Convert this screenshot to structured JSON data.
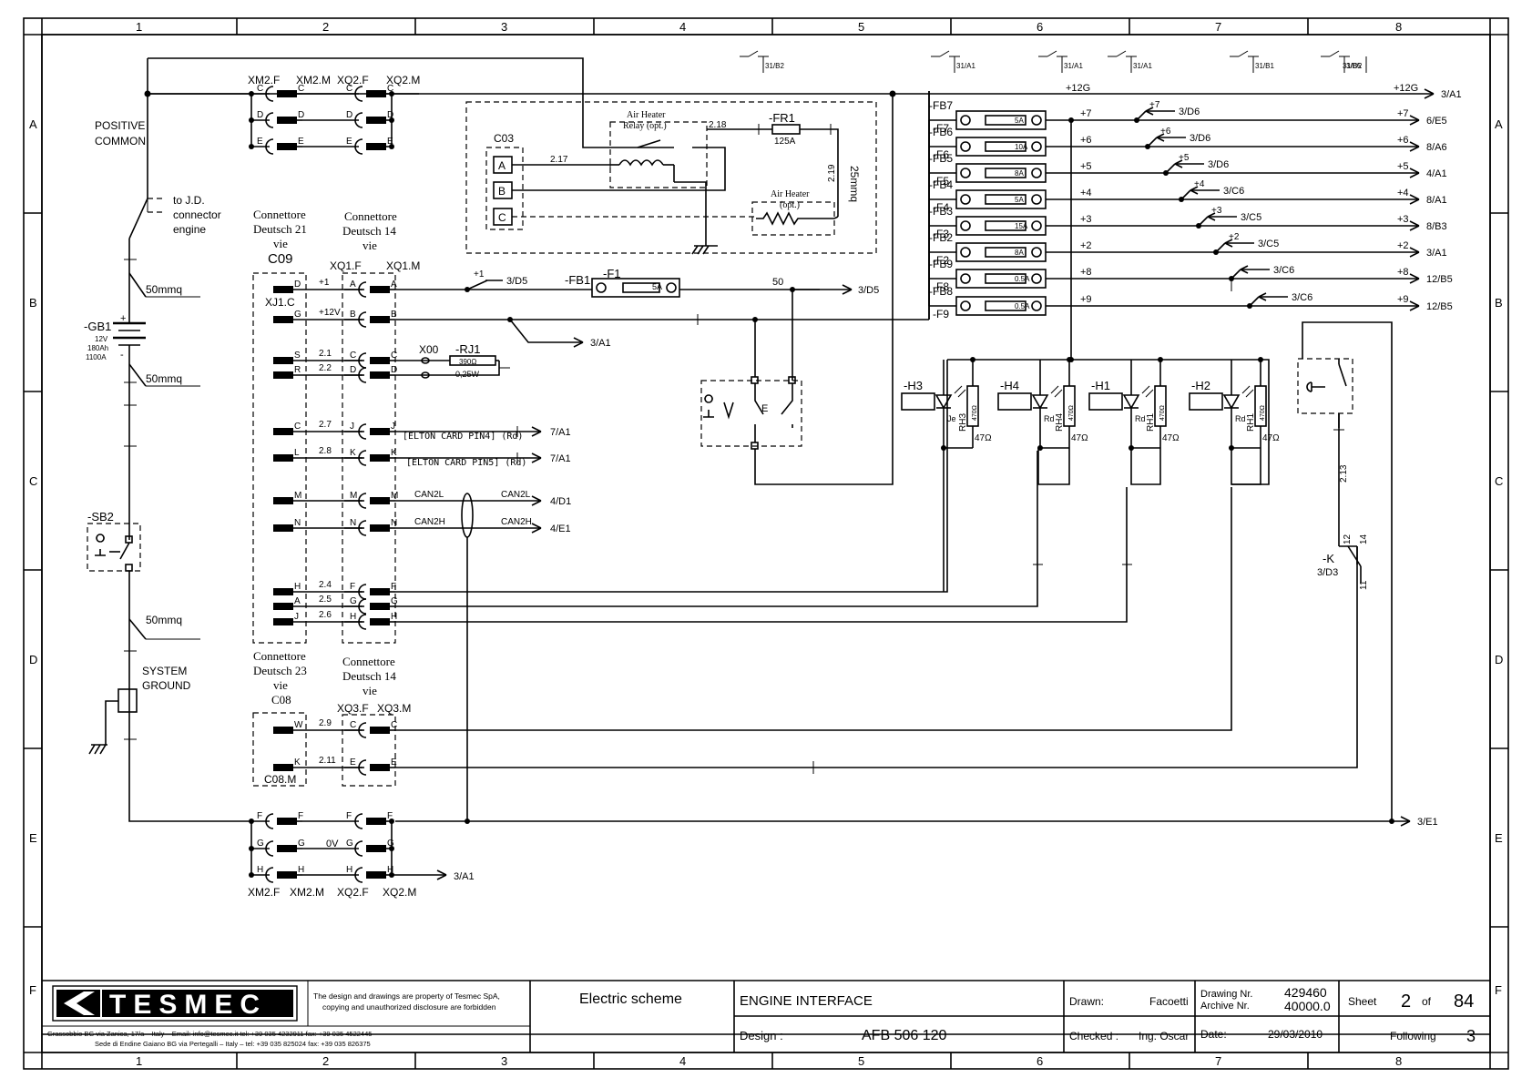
{
  "frame": {
    "columns": [
      "1",
      "2",
      "3",
      "4",
      "5",
      "6",
      "7",
      "8"
    ],
    "rows": [
      "A",
      "B",
      "C",
      "D",
      "E",
      "F"
    ]
  },
  "schematic": {
    "left_labels": {
      "positive_common": [
        "POSITIVE",
        "COMMON"
      ],
      "jd_connector": [
        "to J.D.",
        "connector",
        "engine"
      ],
      "system_ground": [
        "SYSTEM",
        "GROUND"
      ],
      "cable_top": "50mmq",
      "cable_mid": "50mmq",
      "cable_low": "50mmq",
      "battery_tag": "-GB1",
      "battery_specs": [
        "12V",
        "180Ah",
        "1100A"
      ],
      "switch_tag": "-SB2"
    },
    "top_connectors": {
      "xm2f": "XM2.F",
      "xm2m": "XM2.M",
      "xq2f": "XQ2.F",
      "xq2m": "XQ2.M",
      "pins": [
        "C",
        "D",
        "E"
      ]
    },
    "bottom_connectors": {
      "xm2f": "XM2.F",
      "xm2m": "XM2.M",
      "xq2f": "XQ2.F",
      "xq2m": "XQ2.M",
      "pins": [
        "F",
        "G",
        "H"
      ],
      "wire_0v": "0V",
      "ref": "3/A1"
    },
    "c09": {
      "caption": [
        "Connettore",
        "Deutsch 21",
        "vie"
      ],
      "tag": "C09",
      "sub": "XJ1.C",
      "pins": [
        "D",
        "G",
        "S",
        "R",
        "C",
        "L",
        "M",
        "N",
        "H",
        "A",
        "J"
      ]
    },
    "xq1": {
      "caption": [
        "Connettore",
        "Deutsch 14",
        "vie"
      ],
      "f": "XQ1.F",
      "m": "XQ1.M",
      "pins": [
        "A",
        "B",
        "C",
        "D",
        "J",
        "K",
        "M",
        "N",
        "F",
        "G",
        "H"
      ]
    },
    "c08": {
      "caption": [
        "Connettore",
        "Deutsch 23",
        "vie",
        "C08"
      ],
      "sub": "C08.M",
      "pins": [
        "W",
        "K"
      ]
    },
    "xq3": {
      "caption": [
        "Connettore",
        "Deutsch 14",
        "vie"
      ],
      "f": "XQ3.F",
      "m": "XQ3.M",
      "pins": [
        "C",
        "E"
      ]
    },
    "wires": {
      "w1": "+1",
      "w12": "+12V",
      "w21": "2.1",
      "w22": "2.2",
      "w27": "2.7",
      "w28": "2.8",
      "can2l": "CAN2L",
      "can2h": "CAN2H",
      "w24": "2.4",
      "w25": "2.5",
      "w26": "2.6",
      "w29": "2.9",
      "w211": "2.11",
      "w50": "50",
      "w213": "2.13",
      "w217": "2.17",
      "w218": "2.18",
      "w219": "2.19"
    },
    "refs": {
      "r_3d5a": "3/D5",
      "r_3d5b": "3/D5",
      "r_3a1_mid": "3/A1",
      "r_7a1a": "7/A1",
      "r_7a1b": "7/A1",
      "r_4d1": "4/D1",
      "r_4e1": "4/E1",
      "r_3e1": "3/E1",
      "r_3d3": "3/D3"
    },
    "elton": [
      "[ELTON CARD PIN4] (Rd)",
      "[ELTON CARD PIN5] (Rd)"
    ],
    "x00": "X00",
    "rj1": {
      "tag": "-RJ1",
      "value": "390Ω",
      "power": "0,25W"
    },
    "fuse_f1": {
      "fb": "-FB1",
      "f": "-F1",
      "rating": "5A"
    },
    "c03": {
      "tag": "C03",
      "pins": [
        "A",
        "B",
        "C"
      ],
      "relay": [
        "Air Heater",
        "Relay (opt.)"
      ],
      "heater": [
        "Air Heater",
        "(opt.)"
      ],
      "fr1": "-FR1",
      "fr1_rating": "125A",
      "cable": "25mmq"
    },
    "top_contacts": [
      "31/B2",
      "31/A1",
      "31/A1",
      "31/A1",
      "31/B1",
      "3/B5",
      "31/D2"
    ],
    "bus_12g": {
      "label": "+12G",
      "end_label": "+12G",
      "ref": "3/A1"
    },
    "fuse_rows": [
      {
        "fb": "-FB7",
        "f": "-F7",
        "rating": "5A",
        "wire": "+7",
        "feed": "+7",
        "feed_ref": "3/D6",
        "out": "+7",
        "ref": "6/E5"
      },
      {
        "fb": "-FB6",
        "f": "-F6",
        "rating": "10A",
        "wire": "+6",
        "feed": "+6",
        "feed_ref": "3/D6",
        "out": "+6",
        "ref": "8/A6"
      },
      {
        "fb": "-FB5",
        "f": "-F5",
        "rating": "8A",
        "wire": "+5",
        "feed": "+5",
        "feed_ref": "3/D6",
        "out": "+5",
        "ref": "4/A1"
      },
      {
        "fb": "-FB4",
        "f": "-F4",
        "rating": "5A",
        "wire": "+4",
        "feed": "+4",
        "feed_ref": "3/C6",
        "out": "+4",
        "ref": "8/A1"
      },
      {
        "fb": "-FB3",
        "f": "-F3",
        "rating": "15A",
        "wire": "+3",
        "feed": "+3",
        "feed_ref": "3/C5",
        "out": "+3",
        "ref": "8/B3"
      },
      {
        "fb": "-FB2",
        "f": "-F2",
        "rating": "8A",
        "wire": "+2",
        "feed": "+2",
        "feed_ref": "3/C5",
        "out": "+2",
        "ref": "3/A1"
      },
      {
        "fb": "-FB9",
        "f": "-F8",
        "rating": "0.5A",
        "wire": "+8",
        "feed": "",
        "feed_ref": "3/C6",
        "out": "+8",
        "ref": "12/B5"
      },
      {
        "fb": "-FB8",
        "f": "-F9",
        "rating": "0.5A",
        "wire": "+9",
        "feed": "",
        "feed_ref": "3/C6",
        "out": "+9",
        "ref": "12/B5"
      }
    ],
    "lamps": [
      {
        "tag": "-H3",
        "color": "Je",
        "res": "RH3",
        "res_val": "470Ω",
        "ohm": "47Ω"
      },
      {
        "tag": "-H4",
        "color": "Rd",
        "res": "RH4",
        "res_val": "470Ω",
        "ohm": "47Ω"
      },
      {
        "tag": "-H1",
        "color": "Rd",
        "res": "RH1",
        "res_val": "470Ω",
        "ohm": "47Ω"
      },
      {
        "tag": "-H2",
        "color": "Rd",
        "res": "RH1",
        "res_val": "470Ω",
        "ohm": "47Ω"
      }
    ],
    "relay_k": {
      "tag": "-K",
      "ref": "3/D3",
      "pins": [
        "12",
        "14",
        "11"
      ]
    },
    "switch_e": "E"
  },
  "title_block": {
    "company": "TESMEC",
    "notice": [
      "The design and drawings are property of Tesmec SpA,",
      "copying and unauthorized disclosure are forbidden"
    ],
    "address": [
      "Grassobbio BG  via Zanica, 17/a – Italy –     Email:  info@tesmec.it    tel: +39 035 4232911 fax: +39 035 4522445",
      "Sede di Endine Gaiano BG via Pertegalli  – Italy –       tel: +39 035 825024 fax: +39 035 826375"
    ],
    "doc_type": "Electric scheme",
    "title": "ENGINE INTERFACE",
    "design_label": "Design :",
    "design_value": "AFB 506 120",
    "drawn_label": "Drawn:",
    "drawn_value": "Facoetti",
    "checked_label": "Checked :",
    "checked_value": "Ing. Oscar",
    "drawing_nr_label": "Drawing Nr.",
    "drawing_nr": "429460",
    "archive_nr_label": "Archive Nr.",
    "archive_nr": "40000.0",
    "date_label": "Date:",
    "date": "29/03/2010",
    "sheet_label": "Sheet",
    "sheet": "2",
    "of_label": "of",
    "sheet_total": "84",
    "following_label": "Following",
    "following": "3"
  }
}
